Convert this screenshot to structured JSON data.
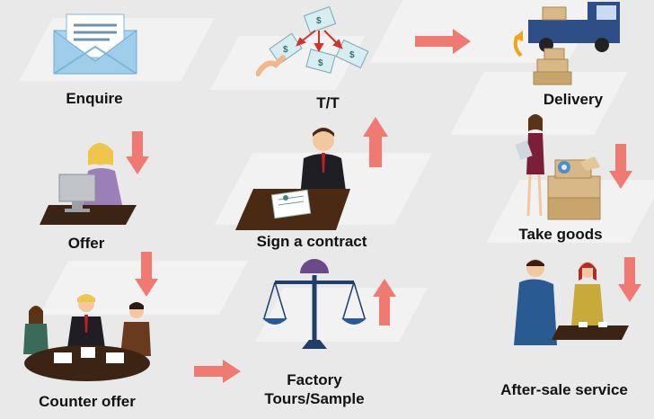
{
  "steps": {
    "enquire": "Enquire",
    "tt": "T/T",
    "delivery": "Delivery",
    "offer": "Offer",
    "sign": "Sign a contract",
    "take": "Take goods",
    "counter": "Counter offer",
    "factory_line1": "Factory",
    "factory_line2": "Tours/Sample",
    "aftersale": "After-sale service"
  },
  "colors": {
    "arrow": "#f07a72",
    "arrow_light": "#f7c4bf",
    "background": "#e9e9e9",
    "tile": "#f3f3f3"
  },
  "icons": {
    "enquire": "envelope-icon",
    "tt": "money-transfer-icon",
    "delivery": "truck-icon",
    "offer": "operator-at-computer-icon",
    "sign": "businessman-signing-icon",
    "take": "woman-with-boxes-icon",
    "counter": "meeting-table-icon",
    "factory": "balance-scale-icon",
    "aftersale": "customer-service-icon"
  }
}
